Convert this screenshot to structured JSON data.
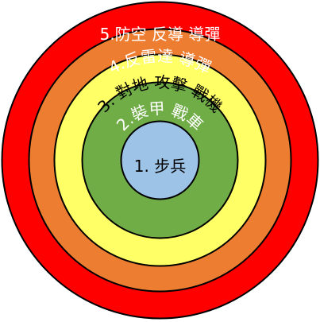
{
  "rings": [
    {
      "label": "5.防空 反導 導彈",
      "fill": "#ff0000",
      "text_color": "#ffffff"
    },
    {
      "label": "4.反雷達 導彈",
      "fill": "#ed7d31",
      "text_color": "#ffffff"
    },
    {
      "label": "3. 對地 攻擊 戰機",
      "fill": "#ffff66",
      "text_color": "#000000"
    },
    {
      "label": "2.裝甲 戰車",
      "fill": "#70ad47",
      "text_color": "#ffffff"
    },
    {
      "label": "1. 步兵",
      "fill": "#9dc3e6",
      "text_color": "#000000"
    }
  ],
  "stroke_color": "#000000"
}
